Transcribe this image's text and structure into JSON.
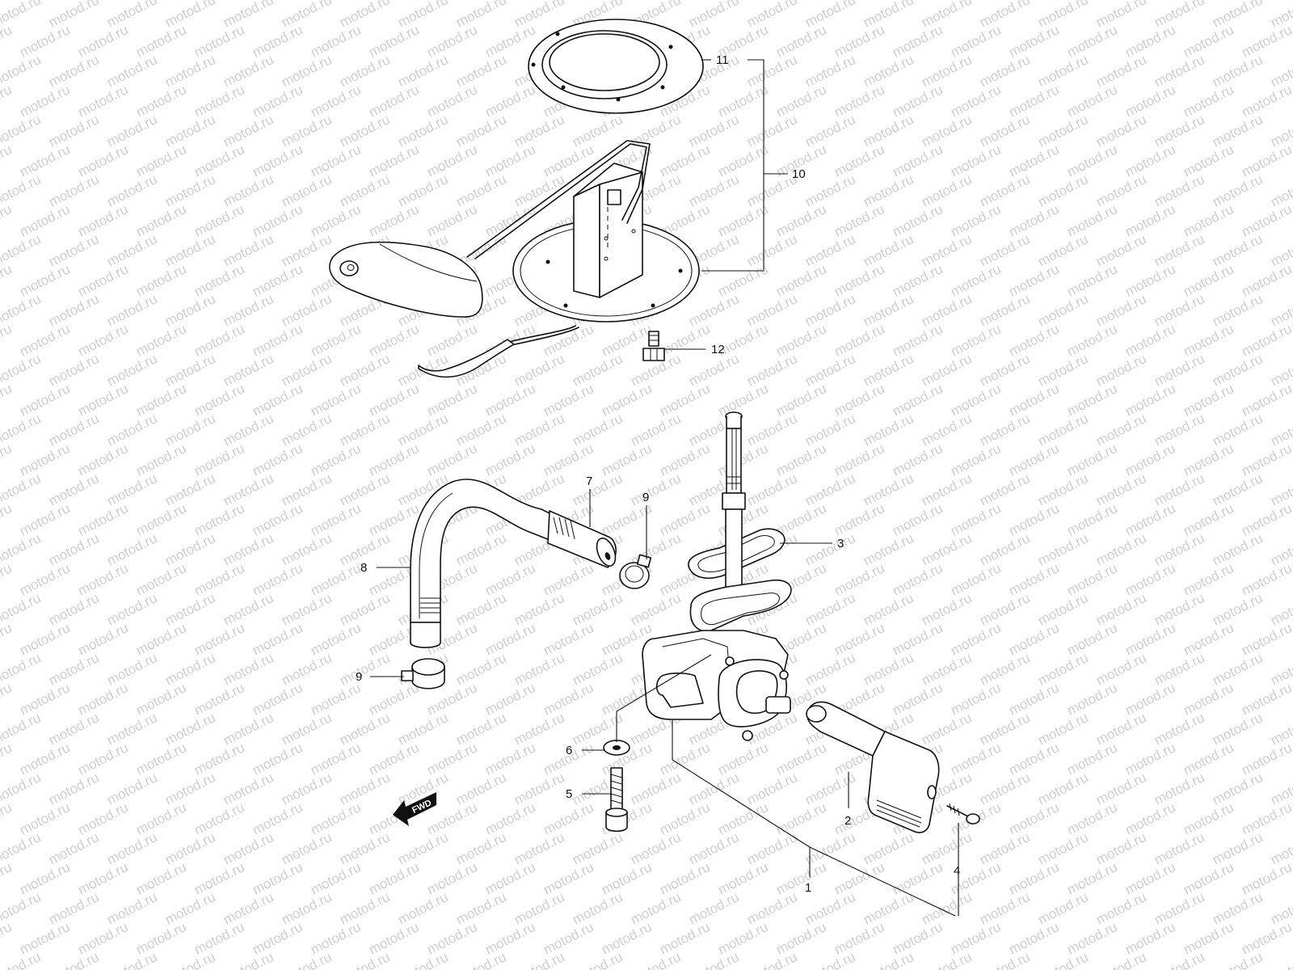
{
  "watermark": {
    "text": "motod.ru"
  },
  "direction_marker": {
    "text": "FWD",
    "icon": "fwd-arrow-icon"
  },
  "callouts": [
    {
      "id": "c1",
      "number": "1"
    },
    {
      "id": "c2",
      "number": "2"
    },
    {
      "id": "c3",
      "number": "3"
    },
    {
      "id": "c4",
      "number": "4"
    },
    {
      "id": "c5",
      "number": "5"
    },
    {
      "id": "c6",
      "number": "6"
    },
    {
      "id": "c7",
      "number": "7"
    },
    {
      "id": "c8",
      "number": "8"
    },
    {
      "id": "c9a",
      "number": "9"
    },
    {
      "id": "c9b",
      "number": "9"
    },
    {
      "id": "c10",
      "number": "10"
    },
    {
      "id": "c11",
      "number": "11"
    },
    {
      "id": "c12",
      "number": "12"
    },
    {
      "id": "c4b",
      "number": "4"
    }
  ],
  "colors": {
    "line": "#111111",
    "background": "#ffffff",
    "watermark": "#cfcfcf"
  }
}
